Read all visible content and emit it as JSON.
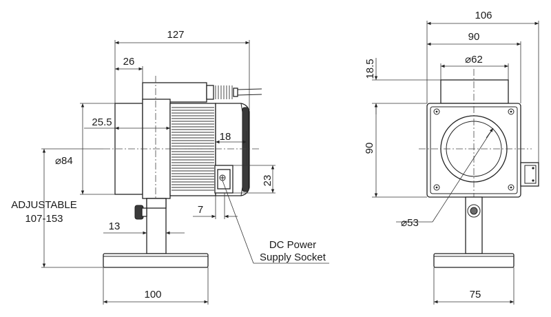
{
  "side_view": {
    "dim_overall_width": "127",
    "dim_flange_depth": "26",
    "dim_flange_offset": "25.5",
    "dim_diameter": "⌀84",
    "dim_socket_width": "18",
    "dim_socket_height": "23",
    "dim_socket_offset": "7",
    "dim_post": "13",
    "dim_base": "100",
    "adjustable_label": "ADJUSTABLE",
    "adjustable_range": "107-153",
    "callout_line1": "DC Power",
    "callout_line2": "Supply Socket"
  },
  "front_view": {
    "dim_overall_width": "106",
    "dim_body_width": "90",
    "dim_aperture": "⌀62",
    "dim_top_height": "18.5",
    "dim_body_height": "90",
    "dim_inner_diameter": "⌀53",
    "dim_base": "75"
  }
}
